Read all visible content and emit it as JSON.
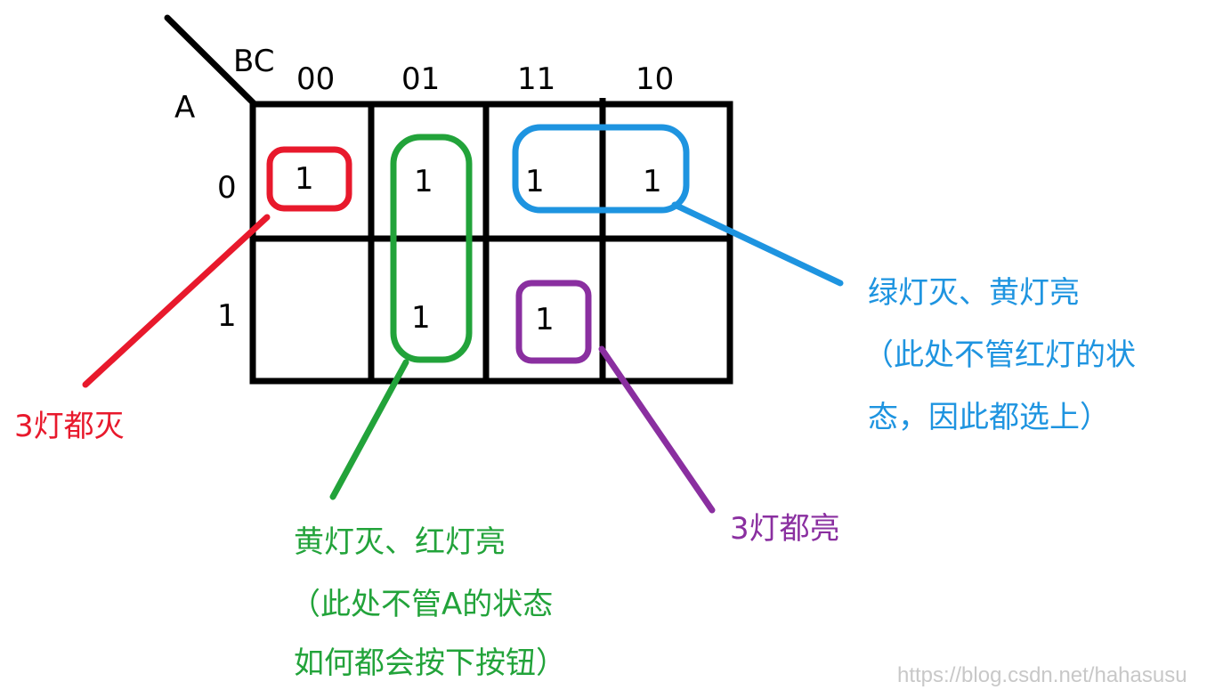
{
  "colors": {
    "grid": "#000000",
    "red": "#e8192c",
    "green": "#22a33a",
    "blue": "#1e94e0",
    "purple": "#8a2fa0",
    "watermark": "#c8c8c8"
  },
  "kmap": {
    "row_var": "A",
    "col_var": "BC",
    "col_headers": [
      "00",
      "01",
      "11",
      "10"
    ],
    "row_headers": [
      "0",
      "1"
    ],
    "cells": [
      [
        "1",
        "1",
        "1",
        "1"
      ],
      [
        "",
        "1",
        "1",
        ""
      ]
    ]
  },
  "annotations": {
    "red": {
      "lines": [
        "3灯都灭"
      ]
    },
    "green": {
      "lines": [
        "黄灯灭、红灯亮",
        "（此处不管A的状态",
        "如何都会按下按钮）"
      ]
    },
    "blue": {
      "lines": [
        "绿灯灭、黄灯亮",
        "（此处不管红灯的状",
        "态，因此都选上）"
      ]
    },
    "purple": {
      "lines": [
        "3灯都亮"
      ]
    }
  },
  "watermark": "https://blog.csdn.net/hahasusu"
}
